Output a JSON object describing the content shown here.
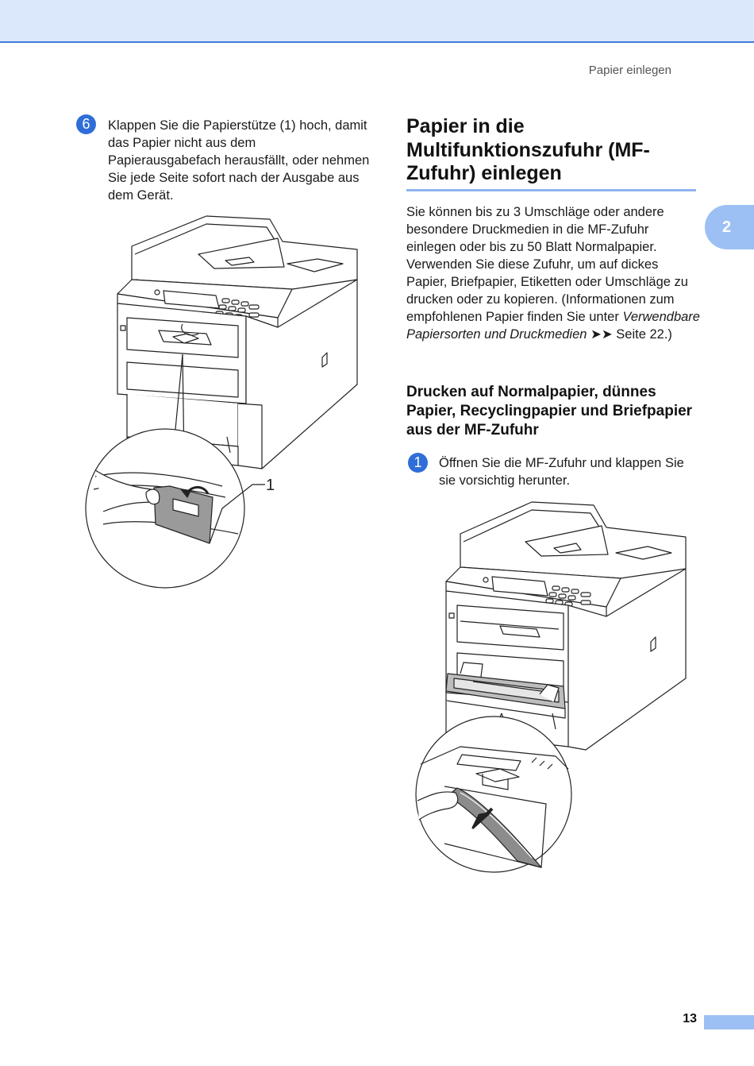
{
  "header": {
    "running_title": "Papier einlegen"
  },
  "chapter_tab": "2",
  "step_6": {
    "number": "6",
    "text": "Klappen Sie die Papierstütze (1) hoch, damit das Papier nicht aus dem Papierausgabefach herausfällt, oder nehmen Sie jede Seite sofort nach der Ausgabe aus dem Gerät."
  },
  "figure_1": {
    "callout": "1"
  },
  "section": {
    "title": "Papier in die Multifunktionszufuhr (MF-Zufuhr) einlegen",
    "para_start": "Sie können bis zu 3 Umschläge oder andere besondere Druckmedien in die MF-Zufuhr einlegen oder bis zu 50 Blatt Normalpapier. Verwenden Sie diese Zufuhr, um auf dickes Papier, Briefpapier, Etiketten oder Umschläge zu drucken oder zu kopieren. (Informationen zum empfohlenen Papier finden Sie unter ",
    "para_link": "Verwendbare Papiersorten und Druckmedien",
    "para_arrows": " ➤➤ ",
    "para_end": "Seite 22.)"
  },
  "subsection": {
    "title": "Drucken auf Normalpapier, dünnes Papier, Recyclingpapier und Briefpapier aus der MF-Zufuhr"
  },
  "step_1": {
    "number": "1",
    "text": "Öffnen Sie die MF-Zufuhr und klappen Sie sie vorsichtig herunter."
  },
  "footer": {
    "page_number": "13"
  }
}
